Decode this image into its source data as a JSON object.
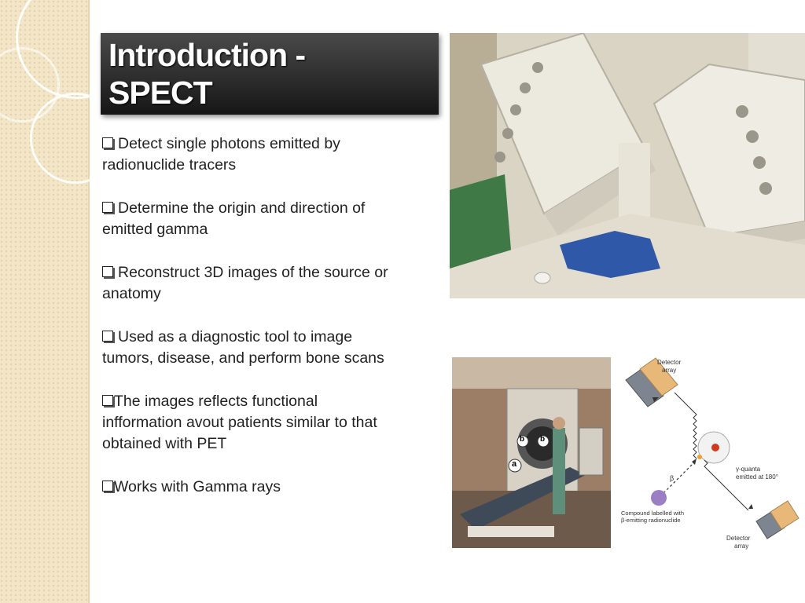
{
  "slide": {
    "title_line1": "Introduction -",
    "title_line2": "SPECT",
    "bullets": [
      {
        "line1": "Detect single photons emitted by",
        "line2": "radionuclide tracers",
        "line3": ""
      },
      {
        "line1": "Determine the origin and direction of",
        "line2": "emitted gamma",
        "line3": ""
      },
      {
        "line1": "Reconstruct 3D images of the source or",
        "line2": "anatomy",
        "line3": ""
      },
      {
        "line1": "Used as a diagnostic tool to image",
        "line2": "tumors, disease, and perform bone scans",
        "line3": ""
      },
      {
        "line1": "The images reflects functional",
        "line2": "infformation avout patients similar to that",
        "line3": "obtained with PET"
      },
      {
        "line1": "Works with Gamma rays",
        "line2": "",
        "line3": ""
      }
    ]
  },
  "figures": {
    "bottom_photo": {
      "label_a": "a",
      "label_b1": "b",
      "label_b2": "b"
    },
    "diagram": {
      "detector_top_1": "Detector",
      "detector_top_2": "array",
      "beta": "β",
      "gamma_1": "γ-quanta",
      "gamma_2": "emitted at 180°",
      "compound_1": "Compound labelled with",
      "compound_2": "β-emitting radionuclide",
      "detector_bottom_1": "Detector",
      "detector_bottom_2": "array"
    }
  },
  "colors": {
    "side_strip": "#f3e6c8",
    "title_bg": "#1e1e1e",
    "detector": "#e8b878",
    "compound": "#9b7fc4",
    "core": "#d23a1e"
  }
}
